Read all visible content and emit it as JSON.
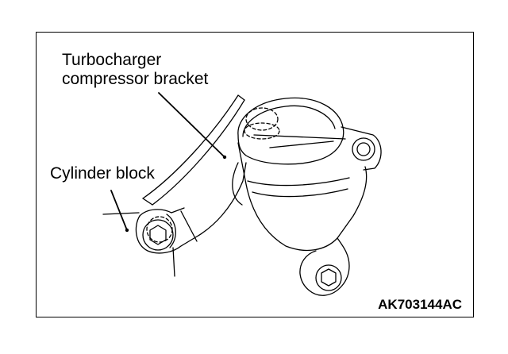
{
  "labels": {
    "bracket_line1": "Turbocharger",
    "bracket_line2": "compressor bracket",
    "cylinder_block": "Cylinder block"
  },
  "figure_id": "AK703144AC",
  "colors": {
    "line": "#000000",
    "background": "#ffffff"
  }
}
